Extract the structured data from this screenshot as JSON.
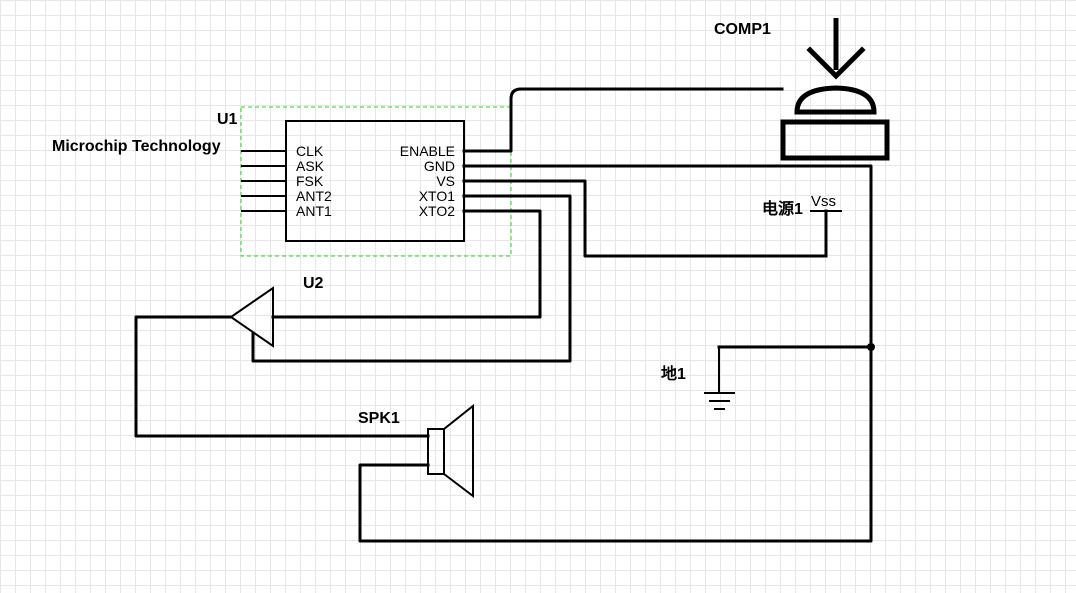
{
  "components": {
    "u1": {
      "designator": "U1",
      "manufacturer": "Microchip Technology",
      "left_pins": [
        "CLK",
        "ASK",
        "FSK",
        "ANT2",
        "ANT1"
      ],
      "right_pins": [
        "ENABLE",
        "GND",
        "VS",
        "XTO1",
        "XTO2"
      ]
    },
    "u2": {
      "designator": "U2"
    },
    "comp1": {
      "designator": "COMP1"
    },
    "spk1": {
      "designator": "SPK1"
    },
    "power": {
      "designator": "电源1",
      "net": "Vss"
    },
    "ground": {
      "designator": "地1"
    }
  },
  "colors": {
    "wire": "#000000",
    "selection": "#33cc33",
    "grid": "#e6e6e6"
  }
}
